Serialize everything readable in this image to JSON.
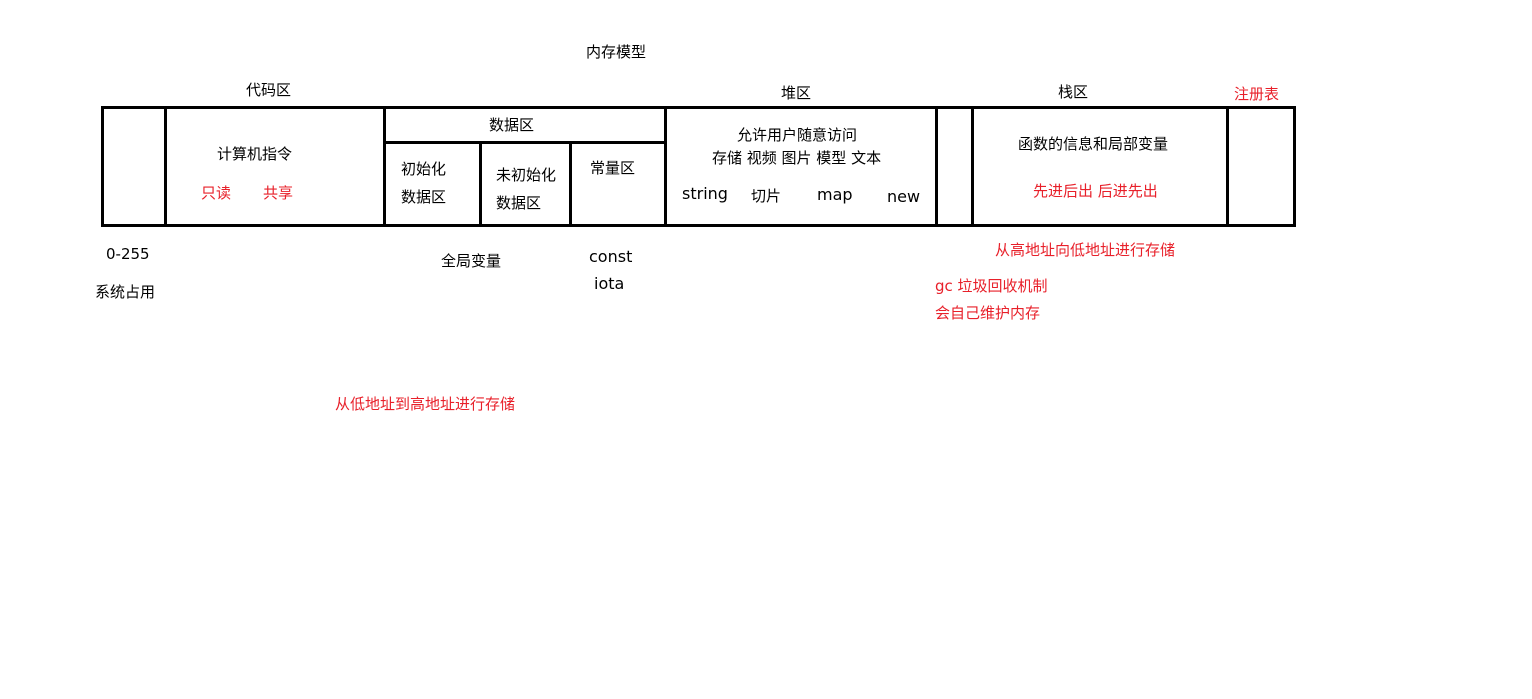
{
  "title": "内存模型",
  "sections": {
    "code_area": "代码区",
    "heap_area": "堆区",
    "stack_area": "栈区",
    "registry": "注册表"
  },
  "cells": {
    "system": {
      "range": "0-255",
      "note": "系统占用"
    },
    "code": {
      "main": "计算机指令",
      "read_only": "只读",
      "shared": "共享"
    },
    "data": {
      "header": "数据区",
      "initialized": [
        "初始化",
        "数据区"
      ],
      "uninitialized": [
        "未初始化",
        "数据区"
      ],
      "constant": "常量区",
      "global_vars": "全局变量",
      "const_keywords": [
        "const",
        "iota"
      ]
    },
    "heap": {
      "line1": "允许用户随意访问",
      "line2": "存储 视频 图片 模型  文本",
      "types": [
        "string",
        "切片",
        "map",
        "new"
      ],
      "gc": "gc 垃圾回收机制",
      "self_maintain": "会自己维护内存"
    },
    "stack": {
      "main": "函数的信息和局部变量",
      "order": "先进后出 后进先出",
      "direction": "从高地址向低地址进行存储"
    }
  },
  "bottom_note": "从低地址到高地址进行存储",
  "colors": {
    "accent": "#e8202a",
    "text": "#000000",
    "line": "#000000"
  }
}
